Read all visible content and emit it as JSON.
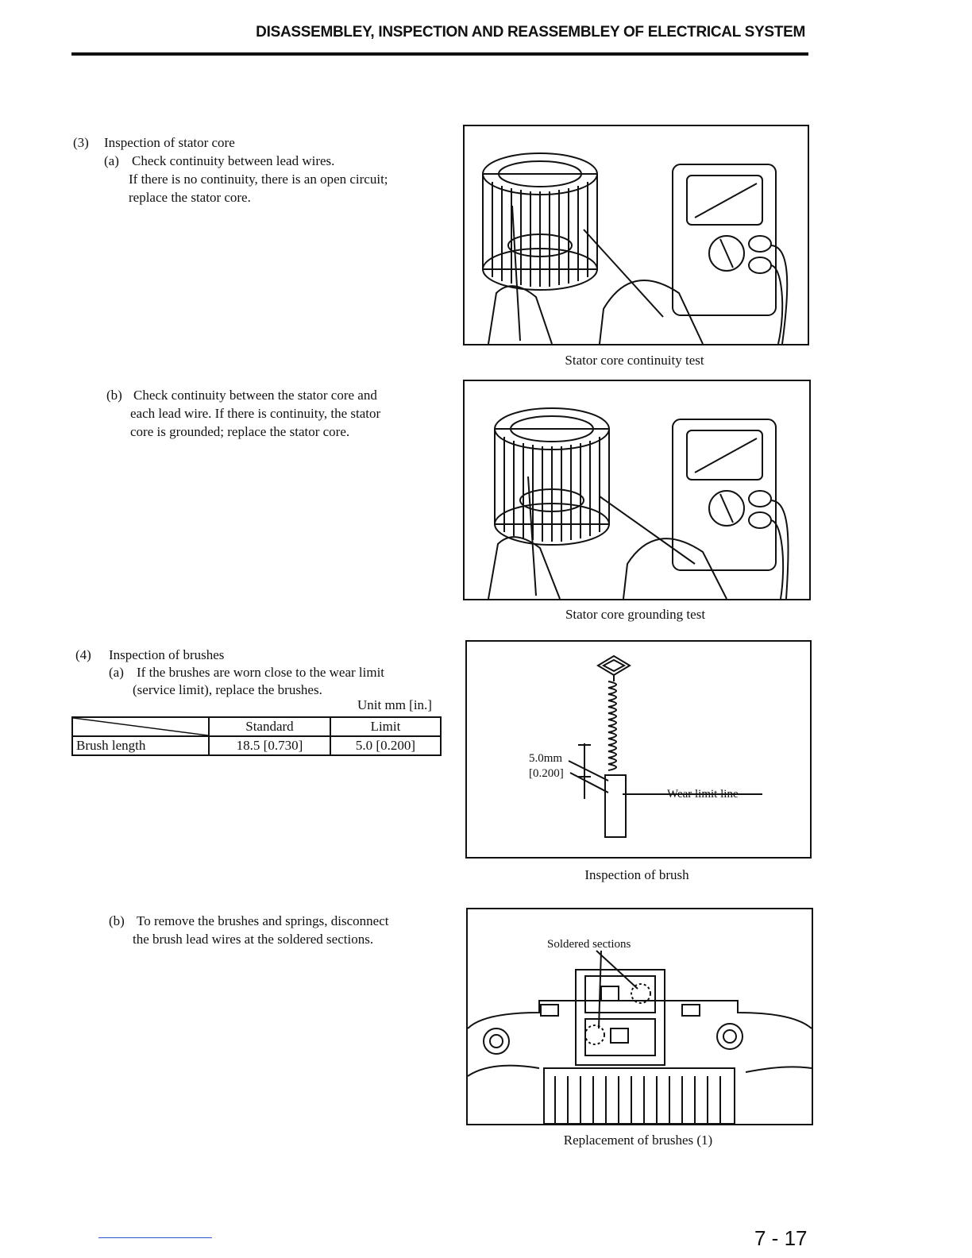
{
  "header": {
    "title": "DISASSEMBLEY, INSPECTION AND REASSEMBLEY OF ELECTRICAL SYSTEM"
  },
  "section3": {
    "num": "(3)",
    "title": "Inspection of stator core",
    "a_num": "(a)",
    "a_title": "Check continuity between lead wires.",
    "a_line1": "If there is no continuity, there is an open circuit;",
    "a_line2": "replace the stator core.",
    "b_num": "(b)",
    "b_line1": "Check continuity between the stator core and",
    "b_line2": "each lead wire. If there is continuity, the stator",
    "b_line3": "core is grounded; replace the stator core."
  },
  "section4": {
    "num": "(4)",
    "title": "Inspection of brushes",
    "a_num": "(a)",
    "a_line1": "If the brushes are worn close to the wear limit",
    "a_line2": "(service limit), replace the brushes.",
    "unit": "Unit mm [in.]",
    "table": {
      "headers": [
        "",
        "Standard",
        "Limit"
      ],
      "rows": [
        [
          "Brush length",
          "18.5 [0.730]",
          "5.0 [0.200]"
        ]
      ]
    },
    "b_num": "(b)",
    "b_line1": "To remove the brushes and springs, disconnect",
    "b_line2": "the brush lead wires at the soldered sections."
  },
  "figures": {
    "fig1_caption": "Stator core continuity test",
    "fig2_caption": "Stator core grounding test",
    "fig3_caption": "Inspection of brush",
    "fig3_dim_mm": "5.0mm",
    "fig3_dim_in": "[0.200]",
    "fig3_wear_label": "Wear limit line",
    "fig4_caption": "Replacement of brushes (1)",
    "fig4_label": "Soldered sections"
  },
  "footer": {
    "page_number": "7 - 17"
  }
}
